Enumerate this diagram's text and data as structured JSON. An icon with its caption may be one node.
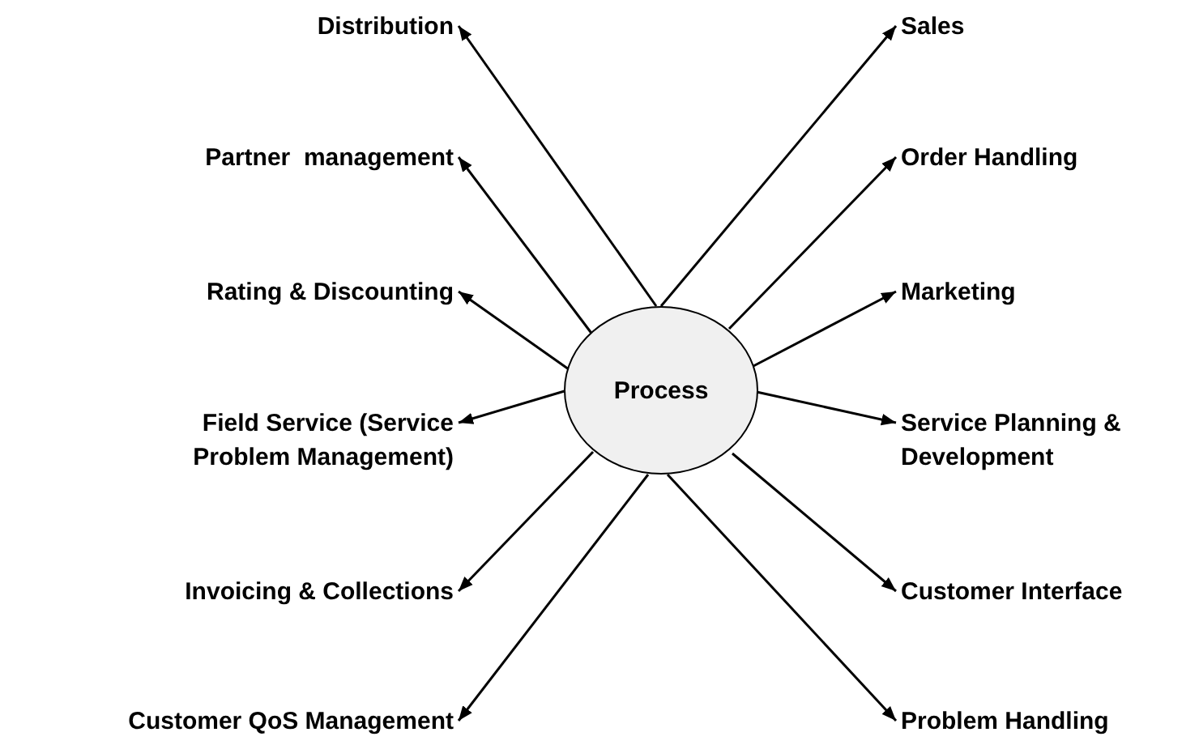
{
  "diagram": {
    "nodes": [
      {
        "text": [
          "Process"
        ]
      },
      {
        "text": [
          "Distribution"
        ]
      },
      {
        "text": [
          "Partner  management"
        ]
      },
      {
        "text": [
          "Rating & Discounting"
        ]
      },
      {
        "text": [
          "Field Service (Service Problem Management)"
        ]
      },
      {
        "text": [
          "Invoicing & Collections"
        ]
      },
      {
        "text": [
          "Customer QoS Management"
        ]
      },
      {
        "text": [
          "Sales"
        ]
      },
      {
        "text": [
          "Order Handling"
        ]
      },
      {
        "text": [
          "Marketing"
        ]
      },
      {
        "text": [
          "Service Planning & Development"
        ]
      },
      {
        "text": [
          "Customer Interface"
        ]
      },
      {
        "text": [
          "Problem Handling"
        ]
      }
    ],
    "edges": [
      {
        "from": 0,
        "to": 1,
        "arrow": "to"
      },
      {
        "from": 0,
        "to": 2,
        "arrow": "to"
      },
      {
        "from": 0,
        "to": 3,
        "arrow": "to"
      },
      {
        "from": 0,
        "to": 4,
        "arrow": "to"
      },
      {
        "from": 0,
        "to": 5,
        "arrow": "to"
      },
      {
        "from": 0,
        "to": 6,
        "arrow": "to"
      },
      {
        "from": 0,
        "to": 7,
        "arrow": "to"
      },
      {
        "from": 0,
        "to": 8,
        "arrow": "to"
      },
      {
        "from": 0,
        "to": 9,
        "arrow": "to"
      },
      {
        "from": 0,
        "to": 10,
        "arrow": "to"
      },
      {
        "from": 0,
        "to": 11,
        "arrow": "to"
      },
      {
        "from": 0,
        "to": 12,
        "arrow": "to"
      }
    ]
  }
}
